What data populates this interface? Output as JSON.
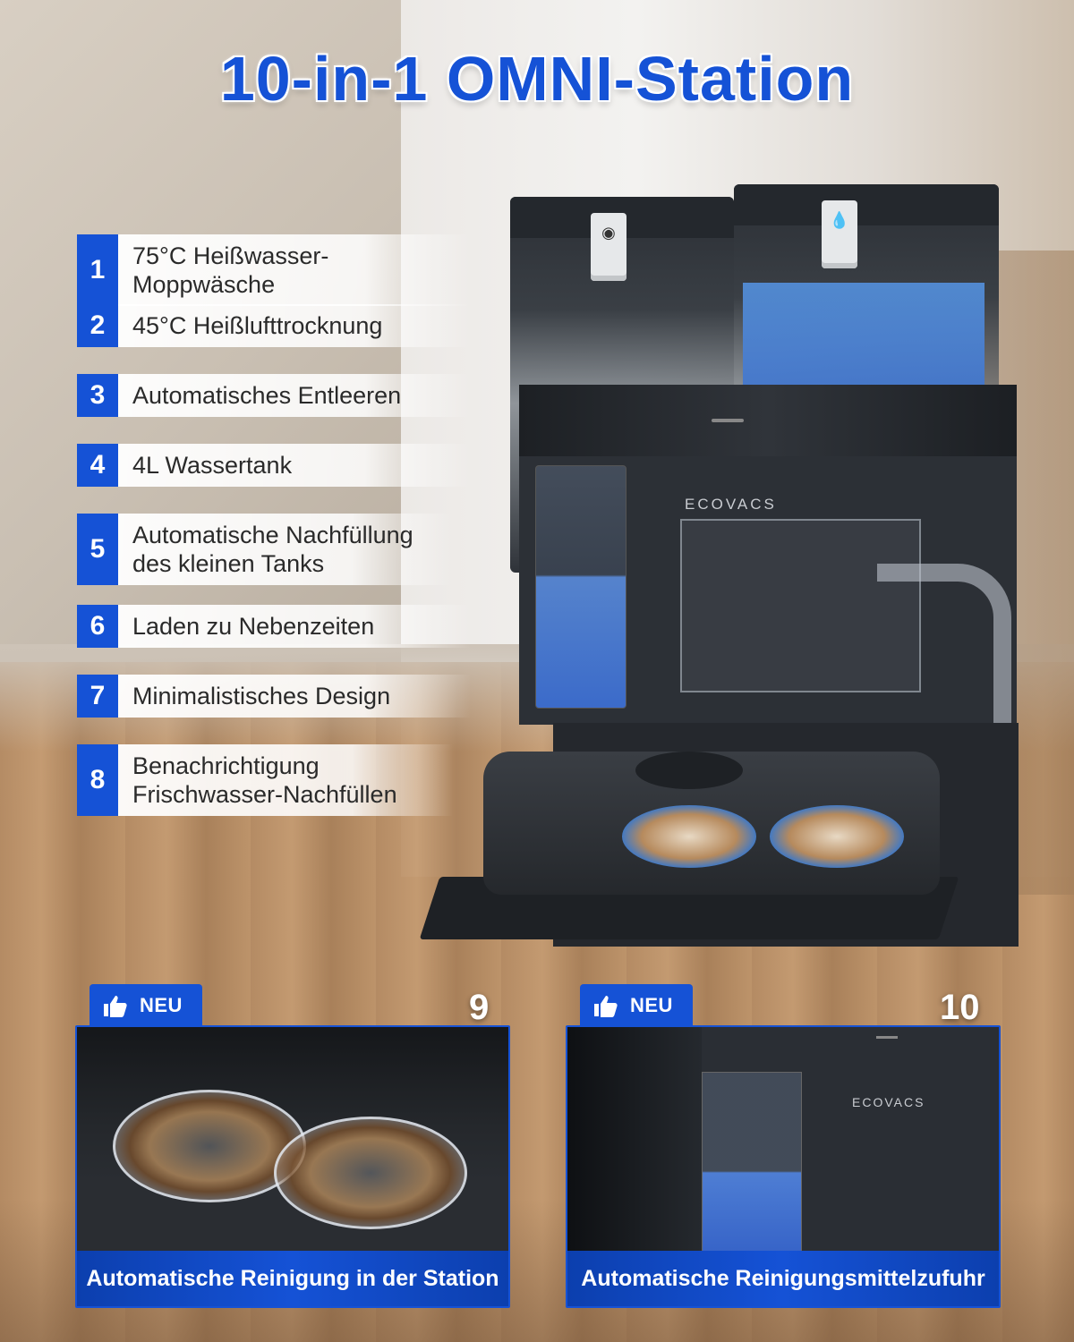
{
  "title": "10-in-1 OMNI-Station",
  "brand_logo": "ECOVACS",
  "colors": {
    "accent": "#1552d6",
    "caption_dark": "#0c3fae"
  },
  "features": [
    {
      "num": "1",
      "label": "75°C Heißwasser-Moppwäsche"
    },
    {
      "num": "2",
      "label": "45°C Heißlufttrocknung"
    },
    {
      "num": "3",
      "label": "Automatisches Entleeren"
    },
    {
      "num": "4",
      "label": "4L Wassertank"
    },
    {
      "num": "5",
      "label": "Automatische Nachfüllung des kleinen Tanks"
    },
    {
      "num": "6",
      "label": "Laden zu Nebenzeiten"
    },
    {
      "num": "7",
      "label": "Minimalistisches Design"
    },
    {
      "num": "8",
      "label": "Benachrichtigung Frischwasser-Nachfüllen"
    }
  ],
  "panels": [
    {
      "badge": "NEU",
      "badge_icon": "thumbs-up-icon",
      "number": "9",
      "caption": "Automatische Reinigung in der Station"
    },
    {
      "badge": "NEU",
      "badge_icon": "thumbs-up-icon",
      "number": "10",
      "caption": "Automatische Reinigungsmittelzufuhr"
    }
  ],
  "tank_icons": [
    "detergent-drop-icon",
    "water-drop-icon"
  ]
}
